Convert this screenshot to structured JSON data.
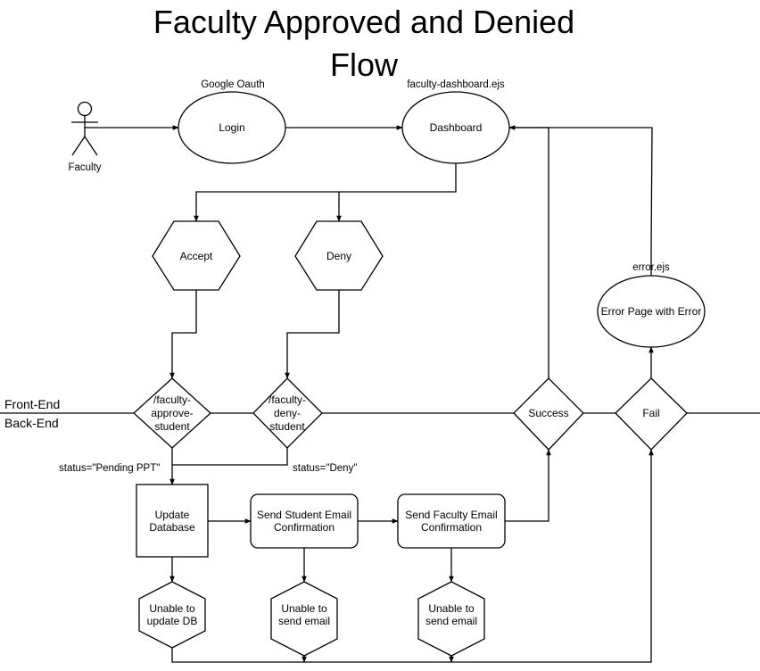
{
  "title": [
    "Faculty Approved and Denied",
    "Flow"
  ],
  "actor": {
    "label": "Faculty"
  },
  "annotations": {
    "google_oauth": "Google Oauth",
    "faculty_dashboard_file": "faculty-dashboard.ejs",
    "error_file": "error.ejs",
    "status_pending": "status=\"Pending PPT\"",
    "status_deny": "status=\"Deny\""
  },
  "bands": {
    "front_end": "Front-End",
    "back_end": "Back-End"
  },
  "nodes": {
    "login": [
      "Login"
    ],
    "dashboard": [
      "Dashboard"
    ],
    "accept": [
      "Accept"
    ],
    "deny": [
      "Deny"
    ],
    "error_page": [
      "Error Page with Error"
    ],
    "approve_route": [
      "/faculty-",
      "approve-",
      "student"
    ],
    "deny_route": [
      "/faculty-",
      "deny-",
      "student"
    ],
    "success": [
      "Success"
    ],
    "fail": [
      "Fail"
    ],
    "update_db": [
      "Update",
      "Database"
    ],
    "send_student_email": [
      "Send Student Email",
      "Confirmation"
    ],
    "send_faculty_email": [
      "Send Faculty Email",
      "Confirmation"
    ],
    "unable_update_db": [
      "Unable to",
      "update DB"
    ],
    "unable_send_email_student": [
      "Unable to",
      "send email"
    ],
    "unable_send_email_faculty": [
      "Unable to",
      "send email"
    ]
  },
  "colors": {
    "stroke": "#000000",
    "fill": "#ffffff",
    "background": "#ffffff"
  }
}
